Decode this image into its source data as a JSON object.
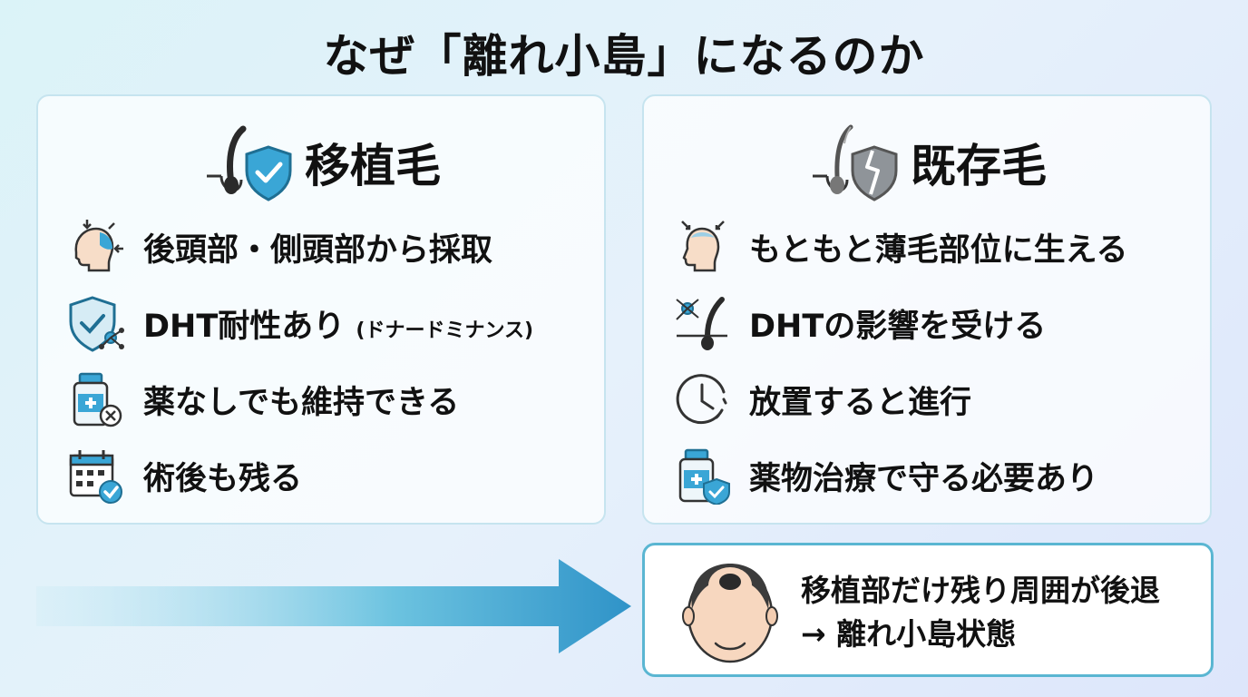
{
  "title": "なぜ「離れ小島」になるのか",
  "colors": {
    "accent": "#3aa6d6",
    "accent_dark": "#1f6f93",
    "gray_shield": "#8f9499",
    "border": "#c6e4ef"
  },
  "left_panel": {
    "title": "移植毛",
    "header_icon": "hair-follicle-shield-check-icon",
    "items": [
      {
        "icon": "head-back-arrows-icon",
        "text": "後頭部・側頭部から採取",
        "note": ""
      },
      {
        "icon": "shield-molecule-icon",
        "text": "DHT耐性あり",
        "note": "(ドナードミナンス)"
      },
      {
        "icon": "medicine-bottle-x-icon",
        "text": "薬なしでも維持できる",
        "note": ""
      },
      {
        "icon": "calendar-check-icon",
        "text": "術後も残る",
        "note": ""
      }
    ]
  },
  "right_panel": {
    "title": "既存毛",
    "header_icon": "hair-follicle-broken-shield-icon",
    "items": [
      {
        "icon": "thinning-head-icon",
        "text": "もともと薄毛部位に生える",
        "note": ""
      },
      {
        "icon": "molecule-hair-icon",
        "text": "DHTの影響を受ける",
        "note": ""
      },
      {
        "icon": "clock-icon",
        "text": "放置すると進行",
        "note": ""
      },
      {
        "icon": "medicine-bottle-shield-icon",
        "text": "薬物治療で守る必要あり",
        "note": ""
      }
    ]
  },
  "result": {
    "icon": "bald-head-island-icon",
    "line1": "移植部だけ残り周囲が後退",
    "line2": "→ 離れ小島状態"
  }
}
